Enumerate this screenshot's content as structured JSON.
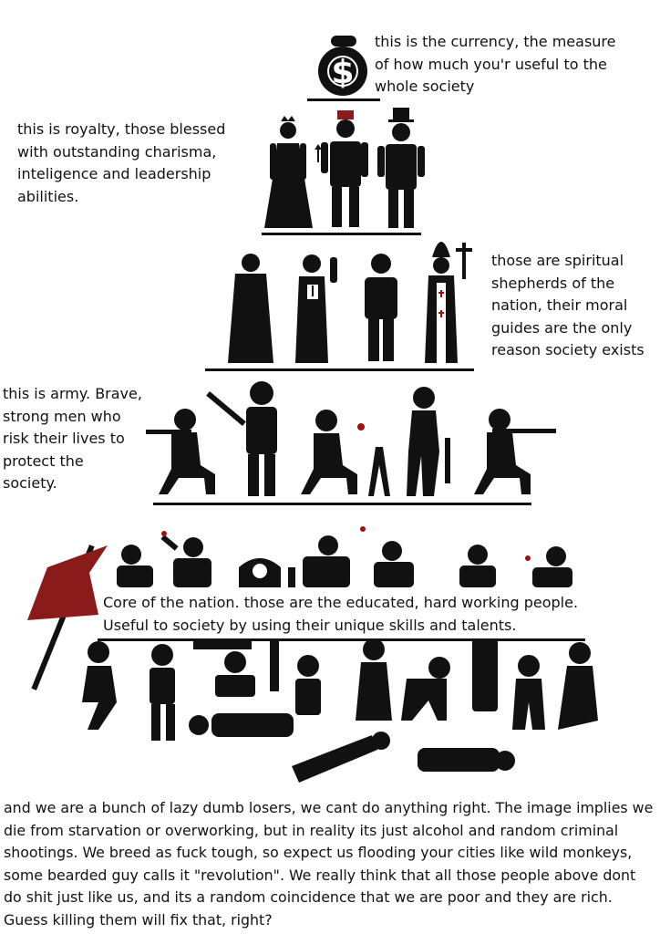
{
  "captions": {
    "currency": "this is the currency, the measure\nof how much you'r useful to the\nwhole society",
    "royalty": "this is royalty, those blessed\nwith outstanding charisma,\ninteligence and leadership\nabilities.",
    "clergy": "those are spiritual\nshepherds of the\nnation, their moral\nguides are the only\nreason society exists",
    "army": "this is army. Brave,\nstrong men who\nrisk their lives to\nprotect the\nsociety.",
    "core": "Core of the nation. those are the educated, hard working people.\nUseful to society by using their unique skills and talents.",
    "bottom": "and we are a bunch of lazy dumb losers, we cant do anything right. The image implies we die from starvation or overworking, but in reality its just alcohol and random criminal shootings. We breed as fuck tough, so expect us flooding your cities like wild monkeys, some bearded guy calls it \"revolution\". We really think that all those people above dont do shit just like us, and its a random coincidence that we are poor and they are rich. Guess killing them will fix that, right?"
  },
  "icons": {
    "currency": "money-bag-icon",
    "flag": "red-flag-icon"
  },
  "colors": {
    "ink": "#111111",
    "flag": "#8b1a1a",
    "accent": "#a01010"
  }
}
